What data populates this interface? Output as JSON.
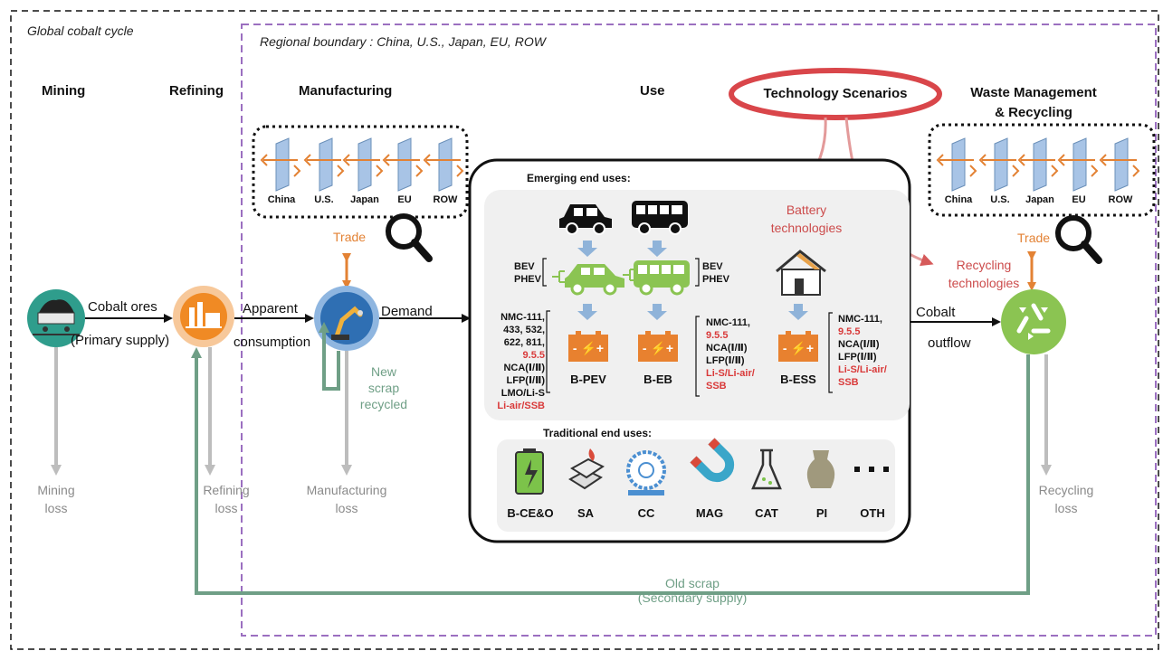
{
  "outer_label": "Global cobalt cycle",
  "region_label": "Regional boundary : China, U.S., Japan, EU, ROW",
  "stages": {
    "mining": "Mining",
    "refining": "Refining",
    "manufacturing": "Manufacturing",
    "use": "Use",
    "waste_line1": "Waste Management",
    "waste_line2": "& Recycling"
  },
  "technology_scenarios": "Technology Scenarios",
  "regions": [
    "China",
    "U.S.",
    "Japan",
    "EU",
    "ROW"
  ],
  "trade": "Trade",
  "flows": {
    "cobalt_ores": "Cobalt ores",
    "primary_supply": "(Primary supply)",
    "apparent": "Apparent",
    "consumption": "consumption",
    "demand": "Demand",
    "new_scrap": [
      "New",
      "scrap",
      "recycled"
    ],
    "cobalt": "Cobalt",
    "outflow": "outflow",
    "old_scrap": "Old scrap",
    "secondary_supply": "(Secondary supply)"
  },
  "losses": {
    "mining": [
      "Mining",
      "loss"
    ],
    "refining": [
      "Refining",
      "loss"
    ],
    "manufacturing": [
      "Manufacturing",
      "loss"
    ],
    "recycling": [
      "Recycling",
      "loss"
    ]
  },
  "battery_technologies": [
    "Battery",
    "technologies"
  ],
  "recycling_technologies": [
    "Recycling",
    "technologies"
  ],
  "emerging_title": "Emerging end uses:",
  "traditional_title": "Traditional end uses:",
  "bev_phev": [
    "BEV",
    "PHEV"
  ],
  "chem_pev": [
    "NMC-111,",
    "433, 532,",
    "622, 811,",
    "9.5.5",
    "NCA(Ⅰ/Ⅱ)",
    "LFP(Ⅰ/Ⅱ)",
    "LMO/Li-S",
    "Li-air/SSB"
  ],
  "chem_eb": [
    "NMC-111,",
    "9.5.5",
    "NCA(Ⅰ/Ⅱ)",
    "LFP(Ⅰ/Ⅱ)",
    "Li-S/Li-air/",
    "SSB"
  ],
  "chem_ess": [
    "NMC-111,",
    "9.5.5",
    "NCA(Ⅰ/Ⅱ)",
    "LFP(Ⅰ/Ⅱ)",
    "Li-S/Li-air/",
    "SSB"
  ],
  "battery_uses": [
    "B-PEV",
    "B-EB",
    "B-ESS"
  ],
  "traditional_uses": [
    "B-CE&O",
    "SA",
    "CC",
    "MAG",
    "CAT",
    "PI",
    "OTH"
  ],
  "colors": {
    "orange": "#e38234",
    "teal_flow": "#6f9f86",
    "red": "#cc4b4b",
    "purple_boundary": "#9b6fc0",
    "battery": "#e8812f",
    "green_vehicle": "#8bc452",
    "blue_arrow": "#8fb3d9"
  }
}
